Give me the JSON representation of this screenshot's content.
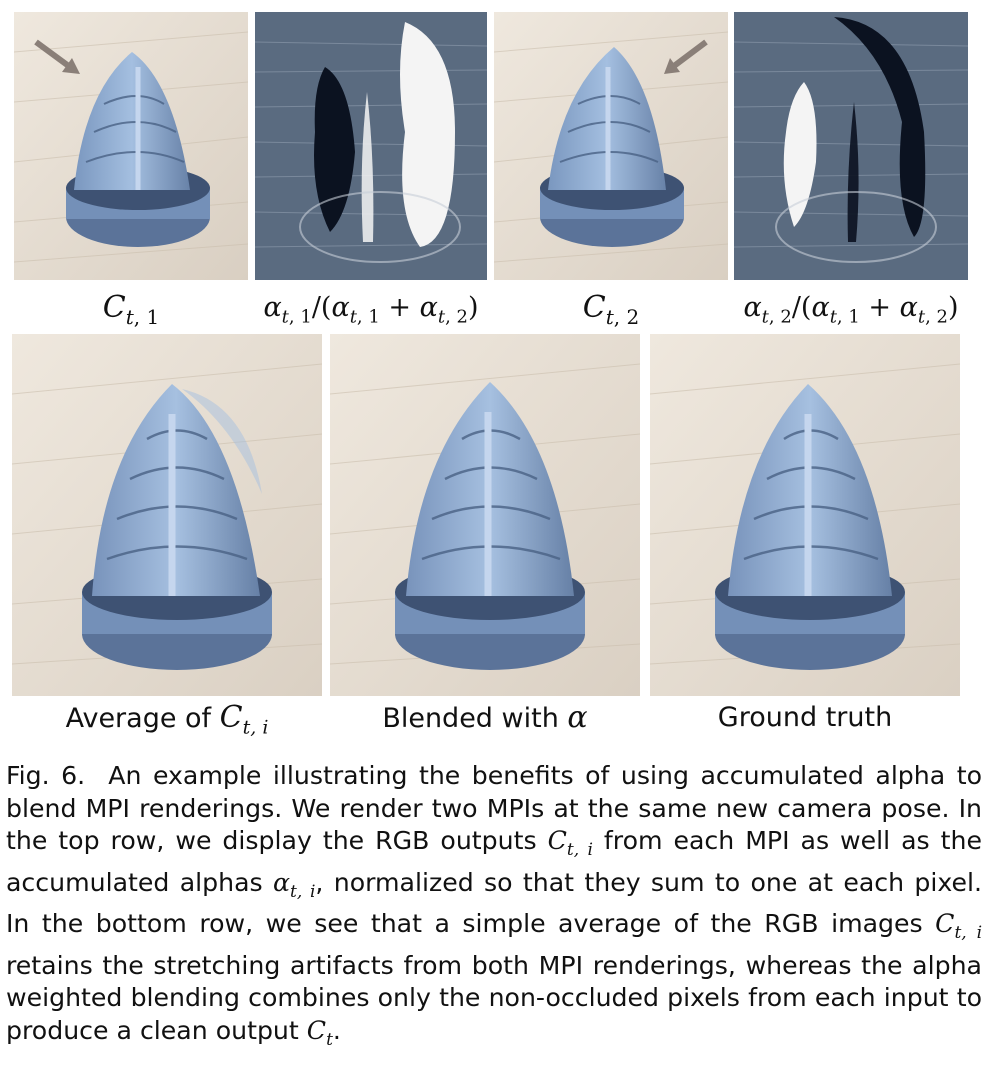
{
  "figure": {
    "top_row": [
      {
        "caption": "C_{t,1}",
        "caption_parts": [
          "C",
          "t",
          ", 1"
        ],
        "kind": "rgb",
        "arrow": true
      },
      {
        "caption": "α_{t,1}/(α_{t,1} + α_{t,2})",
        "caption_parts": [
          "α",
          "t",
          ", 1",
          "/(",
          "α",
          "t",
          ", 1",
          " + ",
          "α",
          "t",
          ", 2",
          ")"
        ],
        "kind": "alpha",
        "arrow": false
      },
      {
        "caption": "C_{t,2}",
        "caption_parts": [
          "C",
          "t",
          ", 2"
        ],
        "kind": "rgb",
        "arrow": true
      },
      {
        "caption": "α_{t,2}/(α_{t,1} + α_{t,2})",
        "caption_parts": [
          "α",
          "t",
          ", 2",
          "/(",
          "α",
          "t",
          ", 1",
          " + ",
          "α",
          "t",
          ", 2",
          ")"
        ],
        "kind": "alpha",
        "arrow": false
      }
    ],
    "bottom_row": [
      {
        "caption_text": "Average of ",
        "caption_math": "C",
        "caption_sub": "t, i",
        "kind": "rgb"
      },
      {
        "caption_text": "Blended with ",
        "caption_math": "α",
        "caption_sub": "",
        "kind": "rgb"
      },
      {
        "caption_text": "Ground truth",
        "caption_math": "",
        "caption_sub": "",
        "kind": "rgb"
      }
    ]
  },
  "caption": {
    "label": "Fig. 6.",
    "s1": "An example illustrating the benefits of using accumulated alpha to blend MPI renderings. We render two MPIs at the same new camera pose. In the top row, we display the RGB outputs ",
    "m1": "C",
    "m1_sub": "t, i",
    "s2": " from each MPI as well as the accumulated alphas ",
    "m2": "α",
    "m2_sub": "t, i",
    "s3": ", normalized so that they sum to one at each pixel. In the bottom row, we see that a simple average of the RGB images ",
    "m3": "C",
    "m3_sub": "t, i",
    "s4": " retains the stretching artifacts from both MPI renderings, whereas the alpha weighted blending combines only the non-occluded pixels from each input to produce a clean output ",
    "m4": "C",
    "m4_sub": "t",
    "s5": "."
  },
  "colors": {
    "wood": "#e8dfd3",
    "object": "#8aa8cf",
    "object_dark": "#4d6587",
    "alpha_bg": "#5a6b80",
    "alpha_white": "#f4f4f4",
    "alpha_black": "#0b1220",
    "arrow": "#8a7f78"
  }
}
